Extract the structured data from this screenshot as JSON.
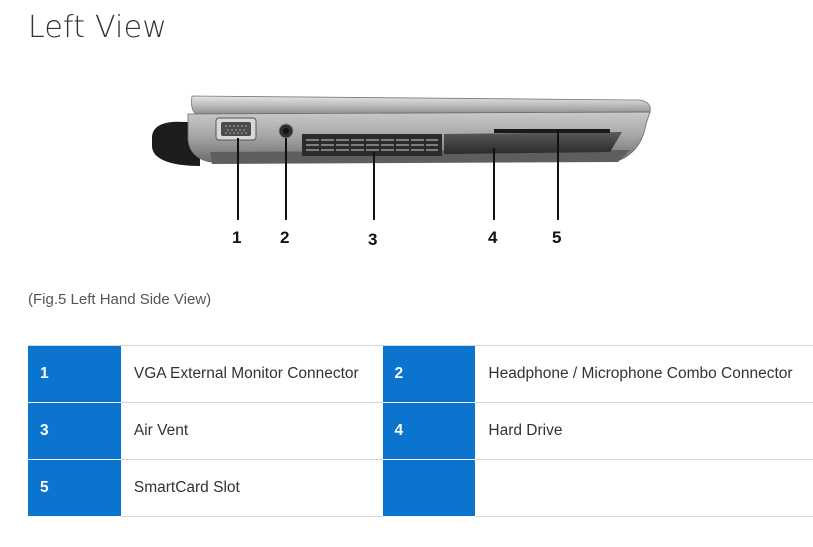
{
  "page": {
    "title": "Left View",
    "caption": "(Fig.5 Left Hand Side View)"
  },
  "figure": {
    "callouts": [
      "1",
      "2",
      "3",
      "4",
      "5"
    ]
  },
  "components": {
    "rows": [
      {
        "left": {
          "num": "1",
          "label": "VGA External Monitor Connector"
        },
        "right": {
          "num": "2",
          "label": "Headphone / Microphone Combo Connector"
        }
      },
      {
        "left": {
          "num": "3",
          "label": "Air Vent"
        },
        "right": {
          "num": "4",
          "label": "Hard Drive"
        }
      },
      {
        "left": {
          "num": "5",
          "label": "SmartCard Slot"
        },
        "right": {
          "num": "",
          "label": ""
        }
      }
    ]
  },
  "colors": {
    "accent_blue": "#0a74cf",
    "text": "#333333",
    "row_border": "#d5d5d5"
  }
}
